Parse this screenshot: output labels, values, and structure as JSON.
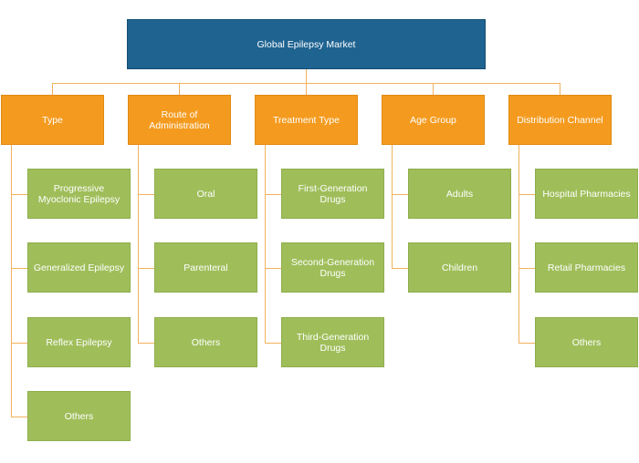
{
  "diagram": {
    "root": "Global Epilepsy Market",
    "categories": [
      {
        "label": "Type",
        "children": [
          "Progressive Myoclonic Epilepsy",
          "Generalized Epilepsy",
          "Reflex Epilepsy",
          "Others"
        ]
      },
      {
        "label": "Route of Administration",
        "children": [
          "Oral",
          "Parenteral",
          "Others"
        ]
      },
      {
        "label": "Treatment Type",
        "children": [
          "First-Generation Drugs",
          "Second-Generation Drugs",
          "Third-Generation Drugs"
        ]
      },
      {
        "label": "Age Group",
        "children": [
          "Adults",
          "Children"
        ]
      },
      {
        "label": "Distribution Channel",
        "children": [
          "Hospital Pharmacies",
          "Retail Pharmacies",
          "Others"
        ]
      }
    ],
    "colors": {
      "root": "#1f6391",
      "category": "#f49b1f",
      "leaf": "#9fbe5a",
      "connector": "#f2b25c",
      "text": "#ffffff"
    }
  }
}
